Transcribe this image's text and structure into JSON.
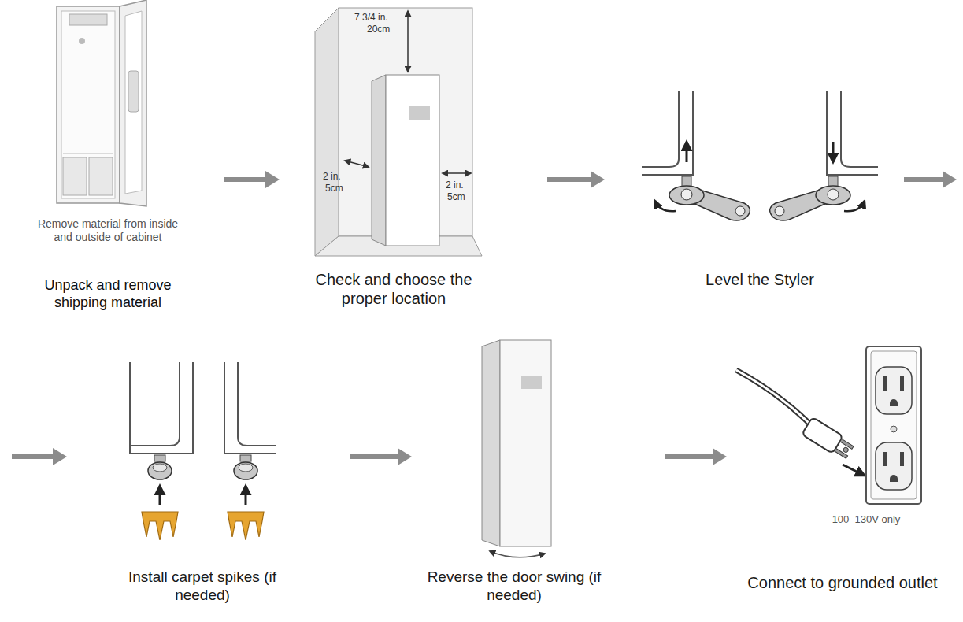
{
  "diagram": {
    "nodes": [
      {
        "text": [
          "Remove material from inside and outside of cabinet",
          "Unpack and remove shipping material"
        ]
      },
      {
        "text": [
          "Check and choose the proper location"
        ]
      },
      {
        "text": [
          "Level the Styler"
        ]
      },
      {
        "text": [
          "Install carpet spikes (if needed)"
        ]
      },
      {
        "text": [
          "Reverse the door swing (if needed)"
        ]
      },
      {
        "text": [
          "100–130V only",
          "Connect to grounded outlet"
        ]
      }
    ],
    "edges": [
      {
        "from": 0,
        "to": 1,
        "arrow": "to"
      },
      {
        "from": 1,
        "to": 2,
        "arrow": "to"
      },
      {
        "from": 2,
        "to": 3,
        "arrow": "to"
      },
      {
        "from": 3,
        "to": 4,
        "arrow": "to"
      },
      {
        "from": 4,
        "to": 5,
        "arrow": "to"
      }
    ],
    "labels": [
      "7 3/4 in.",
      "20cm",
      "2 in.",
      "5cm",
      "2 in.",
      "5cm"
    ]
  }
}
